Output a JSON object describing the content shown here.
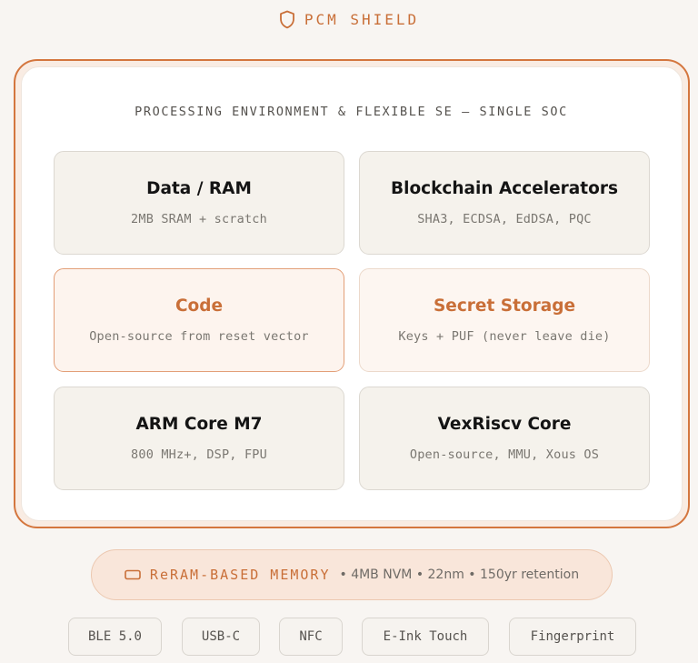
{
  "header": {
    "title": "PCM SHIELD",
    "icon": "shield-icon",
    "accent_color": "#c96f38"
  },
  "soc": {
    "label": "PROCESSING ENVIRONMENT & FLEXIBLE SE — SINGLE SOC",
    "frame_color": "#d4763e",
    "cards": [
      {
        "title": "Data / RAM",
        "subtitle": "2MB SRAM + scratch"
      },
      {
        "title": "Blockchain Accelerators",
        "subtitle": "SHA3, ECDSA, EdDSA, PQC"
      },
      {
        "title": "Code",
        "subtitle": "Open-source from reset vector"
      },
      {
        "title": "Secret Storage",
        "subtitle": "Keys + PUF (never leave die)"
      },
      {
        "title": "ARM Core M7",
        "subtitle": "800 MHz+, DSP, FPU"
      },
      {
        "title": "VexRiscv Core",
        "subtitle": "Open-source, MMU, Xous OS"
      }
    ]
  },
  "memory": {
    "icon": "memory-chip-icon",
    "title": "ReRAM-BASED MEMORY",
    "specs": "• 4MB NVM • 22nm • 150yr retention"
  },
  "connectivity": [
    "BLE 5.0",
    "USB-C",
    "NFC",
    "E-Ink Touch",
    "Fingerprint"
  ]
}
